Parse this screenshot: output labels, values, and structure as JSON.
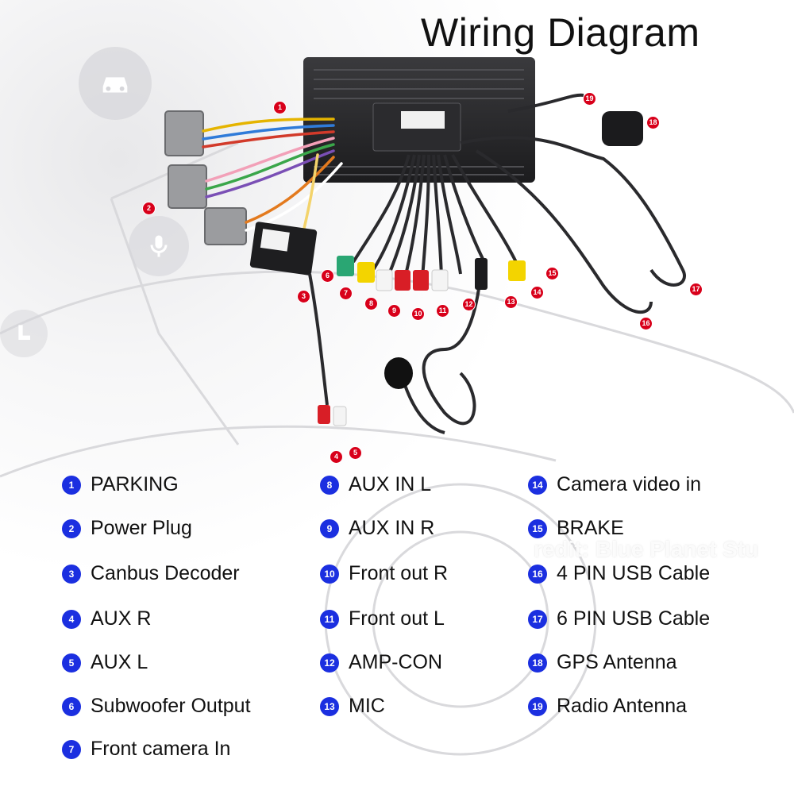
{
  "title": "Wiring Diagram",
  "watermark": "redit: Blue Planet Stu",
  "colors": {
    "callout": "#d8001a",
    "badge": "#1b2fe0",
    "text": "#111111"
  },
  "icons": [
    "car-icon",
    "microphone-icon",
    "seat-icon"
  ],
  "callouts": [
    "1",
    "2",
    "3",
    "4",
    "5",
    "6",
    "7",
    "8",
    "9",
    "10",
    "11",
    "12",
    "13",
    "14",
    "15",
    "16",
    "17",
    "18",
    "19"
  ],
  "legend": [
    {
      "num": "1",
      "label": "PARKING"
    },
    {
      "num": "2",
      "label": "Power Plug"
    },
    {
      "num": "3",
      "label": "Canbus Decoder"
    },
    {
      "num": "4",
      "label": "AUX R"
    },
    {
      "num": "5",
      "label": "AUX L"
    },
    {
      "num": "6",
      "label": "Subwoofer Output"
    },
    {
      "num": "7",
      "label": "Front camera In"
    },
    {
      "num": "8",
      "label": "AUX IN L"
    },
    {
      "num": "9",
      "label": "AUX IN R"
    },
    {
      "num": "10",
      "label": "Front out R"
    },
    {
      "num": "11",
      "label": "Front out L"
    },
    {
      "num": "12",
      "label": "AMP-CON"
    },
    {
      "num": "13",
      "label": "MIC"
    },
    {
      "num": "14",
      "label": "Camera video in"
    },
    {
      "num": "15",
      "label": "BRAKE"
    },
    {
      "num": "16",
      "label": "4 PIN USB Cable"
    },
    {
      "num": "17",
      "label": "6 PIN USB Cable"
    },
    {
      "num": "18",
      "label": "GPS Antenna"
    },
    {
      "num": "19",
      "label": "Radio Antenna"
    }
  ]
}
